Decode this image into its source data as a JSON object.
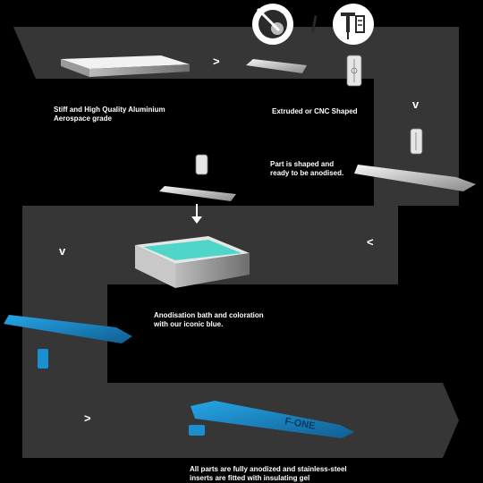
{
  "steps": {
    "material": {
      "line1": "Stiff and High Quality Aluminium",
      "line2": "Aerospace grade"
    },
    "shaping": {
      "line1": "Extruded or CNC Shaped"
    },
    "shaped": {
      "line1": "Part is shaped and",
      "line2": "ready to be anodised."
    },
    "anodising": {
      "line1": "Anodisation bath and coloration",
      "line2": "with our iconic blue."
    },
    "finished": {
      "line1": "All parts are fully anodized and stainless-steel",
      "line2": "inserts are fitted with insulating gel"
    }
  },
  "arrows": {
    "right": ">",
    "left": "<",
    "down": "v",
    "divider": "/"
  },
  "brand": {
    "logo_text": "F-ONE"
  },
  "icons": [
    "extrusion-die-icon",
    "cnc-mill-icon",
    "insert-plate-icon",
    "down-arrow-icon"
  ],
  "colors": {
    "track": "#363636",
    "brand_blue": "#1b8fd0",
    "bath": "#4fd6c8",
    "aluminium": "#d8d8d8"
  }
}
